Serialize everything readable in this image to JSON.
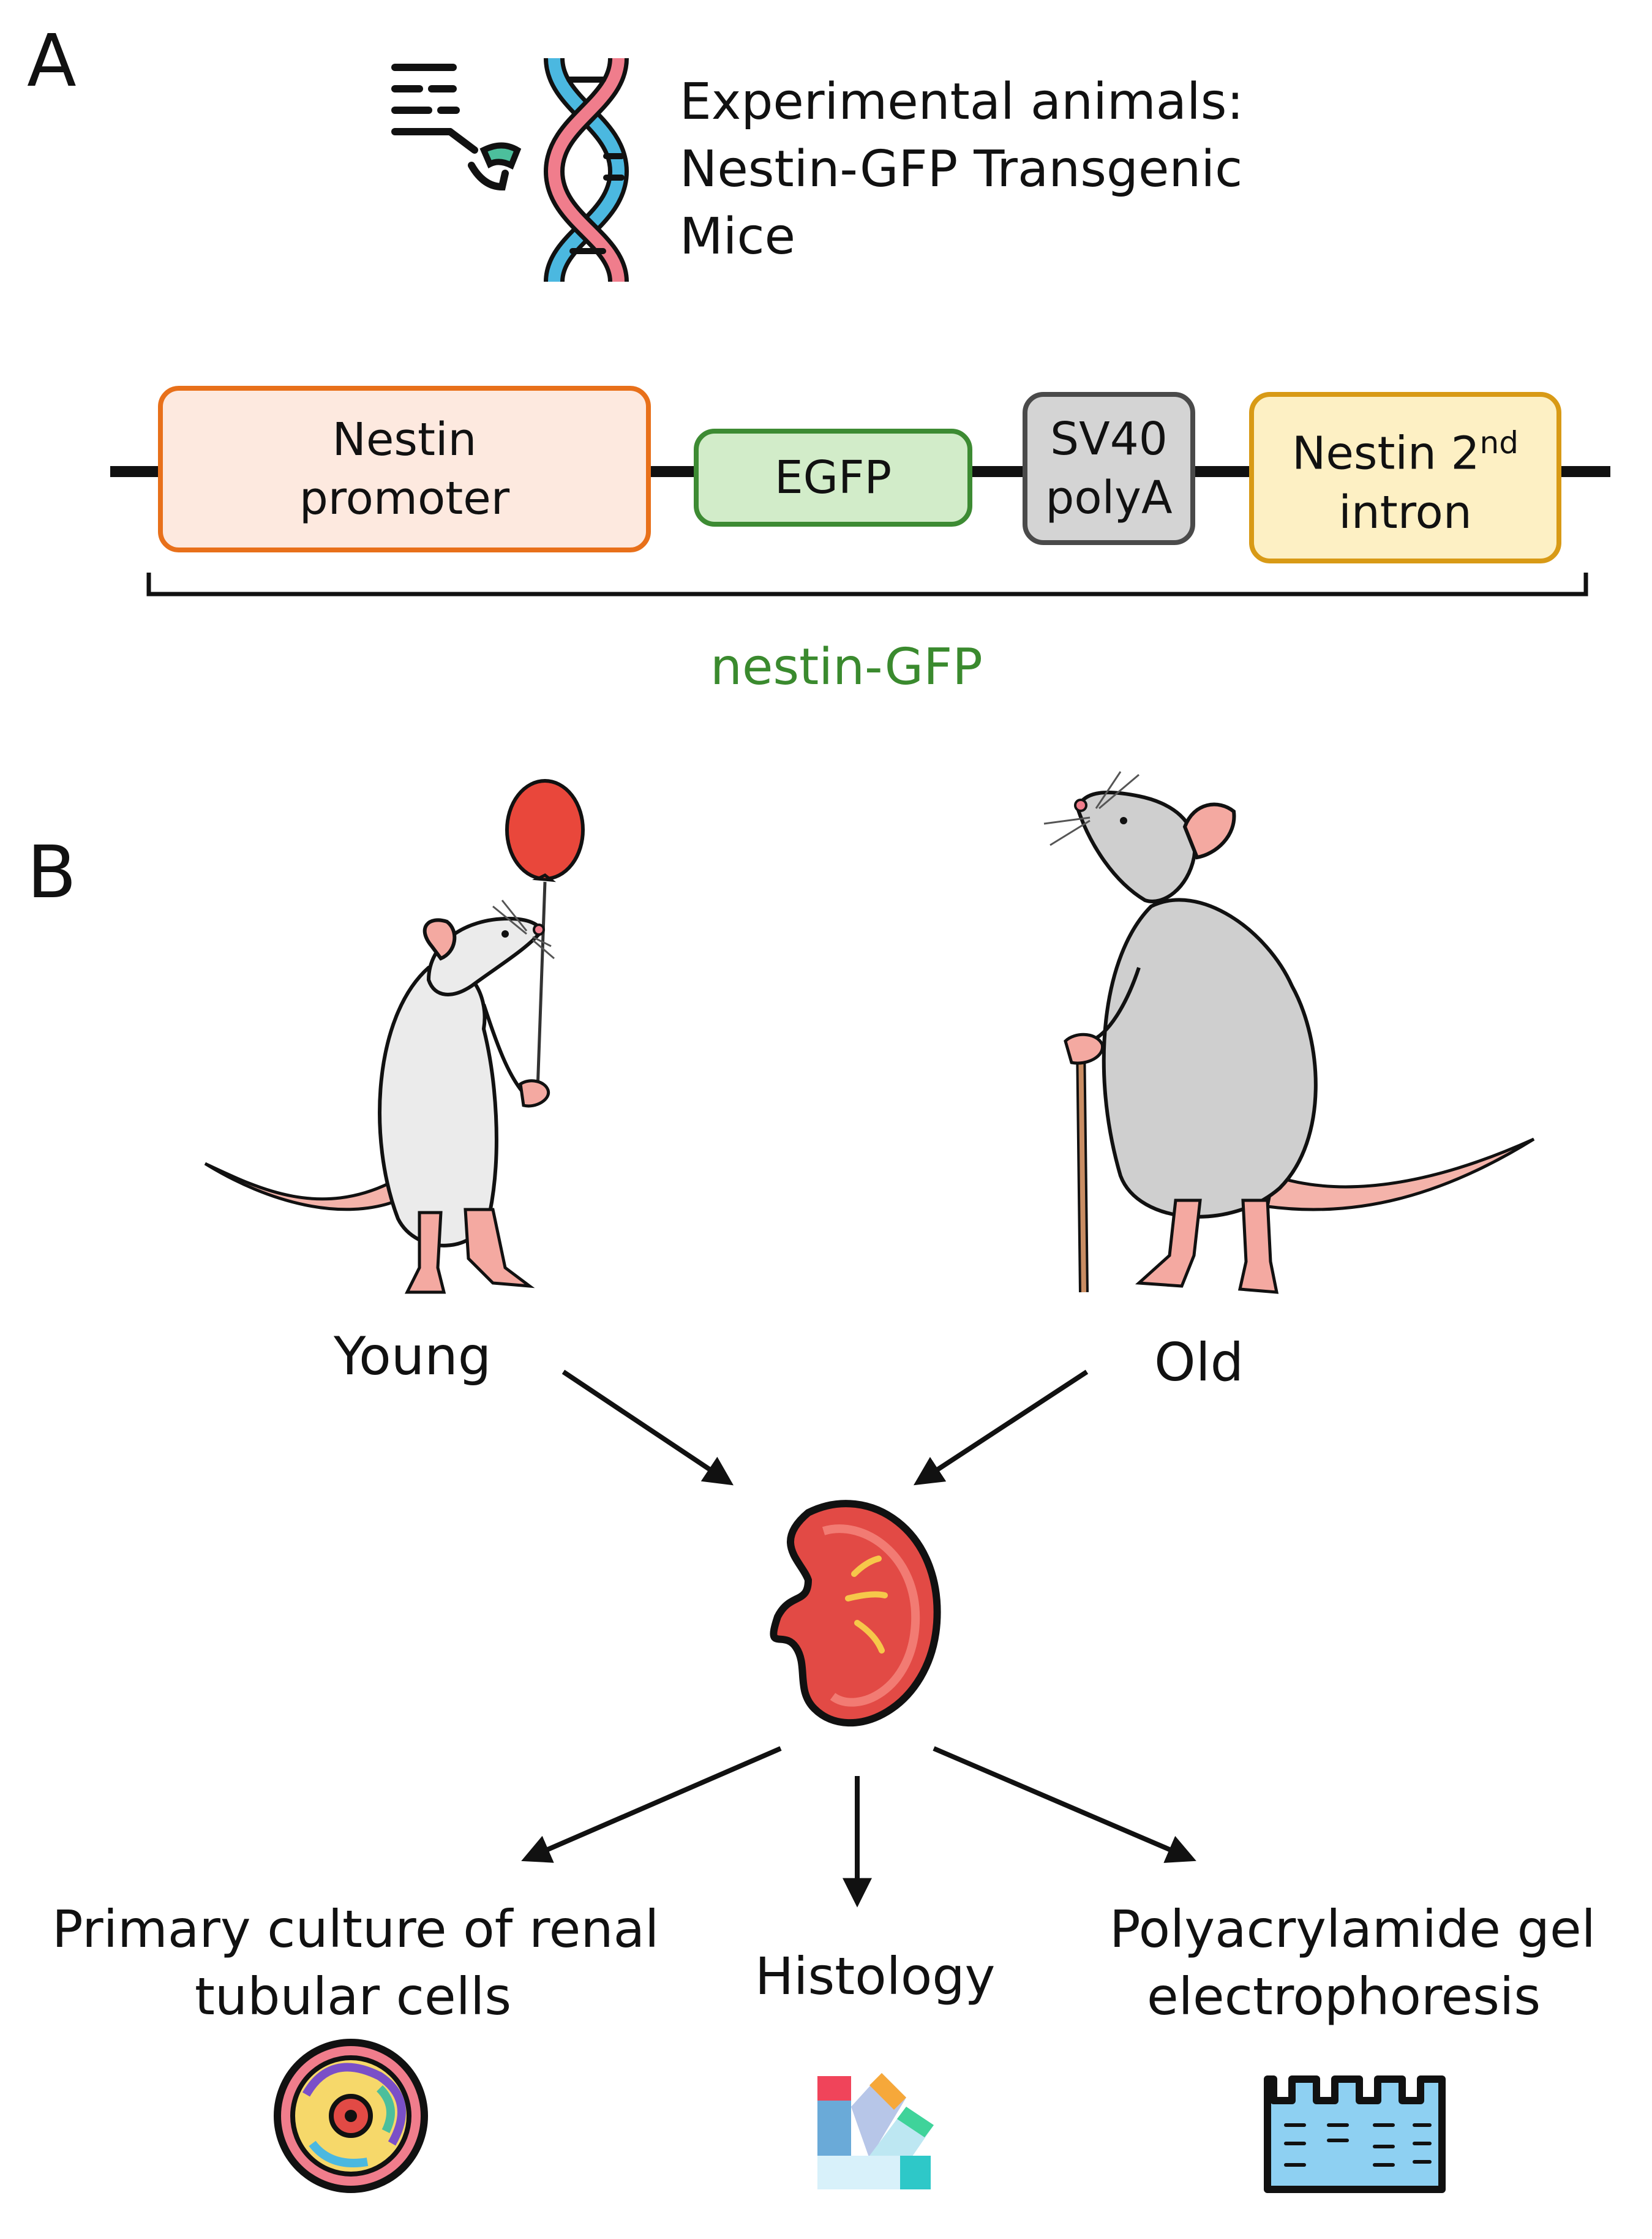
{
  "panel_a": {
    "letter": "A",
    "heading_lines": [
      "Experimental animals:",
      "Nestin-GFP Transgenic",
      "Mice"
    ],
    "construct": [
      {
        "lines": [
          "Nestin",
          "promoter"
        ],
        "border": "#e8701a",
        "fill": "#fde9df"
      },
      {
        "lines": [
          "EGFP"
        ],
        "border": "#3d8b33",
        "fill": "#d2ecc9"
      },
      {
        "lines": [
          "SV40",
          "polyA"
        ],
        "border": "#4a4a4a",
        "fill": "#d4d4d4"
      },
      {
        "lines": [
          "Nestin 2nd",
          "intron"
        ],
        "border": "#d89a16",
        "fill": "#fdf0c4"
      }
    ],
    "bracket_label": "nestin-GFP",
    "bracket_label_color": "#3a8a2e"
  },
  "panel_b": {
    "letter": "B",
    "young_label": "Young",
    "old_label": "Old",
    "outputs": [
      {
        "lines": [
          "Primary culture of renal",
          "tubular cells"
        ],
        "icon": "cell-icon"
      },
      {
        "lines": [
          "Histology"
        ],
        "icon": "stain-palette-icon"
      },
      {
        "lines": [
          "Polyacrylamide gel",
          "electrophoresis"
        ],
        "icon": "gel-icon"
      }
    ]
  },
  "colors": {
    "balloon": "#e9473b",
    "kidney": "#e24a45",
    "mouse_young": "#ebebeb",
    "mouse_old": "#cfcfcf",
    "pink": "#f4a9a1"
  }
}
